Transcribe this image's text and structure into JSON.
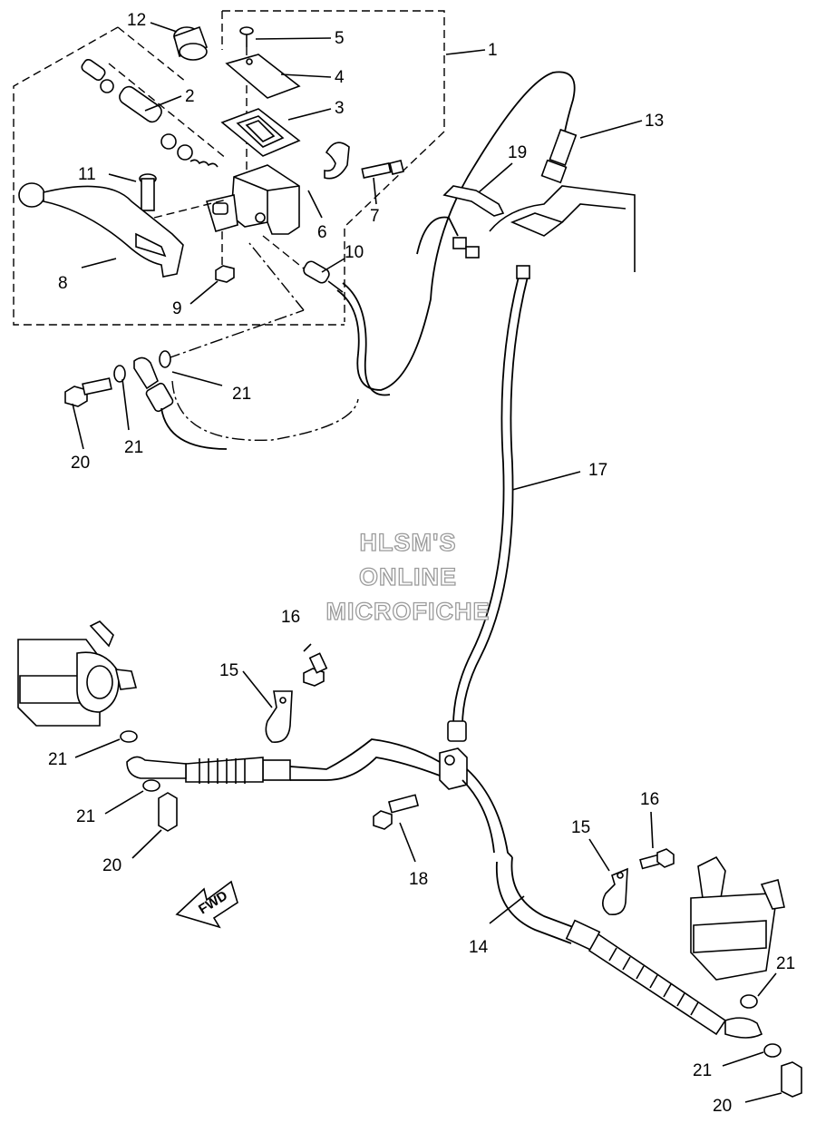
{
  "watermark": {
    "line1": "HLSM'S",
    "line2": "ONLINE",
    "line3": "MICROFICHE"
  },
  "fwd_label": "FWD",
  "callouts": {
    "c1": "1",
    "c2": "2",
    "c3": "3",
    "c4": "4",
    "c5": "5",
    "c6": "6",
    "c7": "7",
    "c8": "8",
    "c9": "9",
    "c10": "10",
    "c11": "11",
    "c12": "12",
    "c13": "13",
    "c14": "14",
    "c15a": "15",
    "c15b": "15",
    "c16a": "16",
    "c16b": "16",
    "c17": "17",
    "c18": "18",
    "c19": "19",
    "c20a": "20",
    "c20b": "20",
    "c20c": "20",
    "c21a": "21",
    "c21b": "21",
    "c21c": "21",
    "c21d": "21",
    "c21e": "21",
    "c21f": "21"
  }
}
